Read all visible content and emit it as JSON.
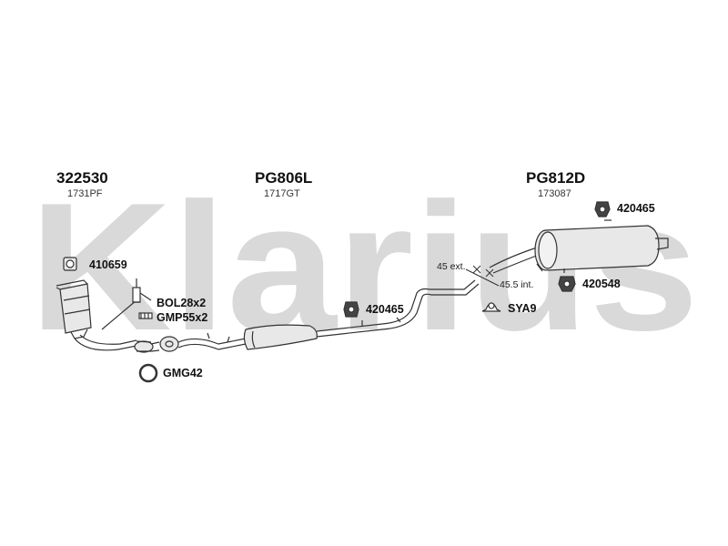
{
  "watermark": {
    "text": "Klarius",
    "color": "#d9d9d9"
  },
  "main_parts": [
    {
      "code": "322530",
      "ref": "1731PF"
    },
    {
      "code": "PG806L",
      "ref": "1717GT"
    },
    {
      "code": "PG812D",
      "ref": "173087"
    }
  ],
  "accessories": {
    "gasket_flat": "410659",
    "bolt": "BOL28x2",
    "spring": "GMP55x2",
    "gasket_ring": "GMG42",
    "mount_mid": "420465",
    "mount_rear_top": "420465",
    "mount_rear_low": "420548",
    "clamp": "SYA9"
  },
  "notes": {
    "ext": "45 ext.",
    "int": "45.5 int."
  },
  "colors": {
    "line": "#333333",
    "fill": "#e8e8e8"
  }
}
